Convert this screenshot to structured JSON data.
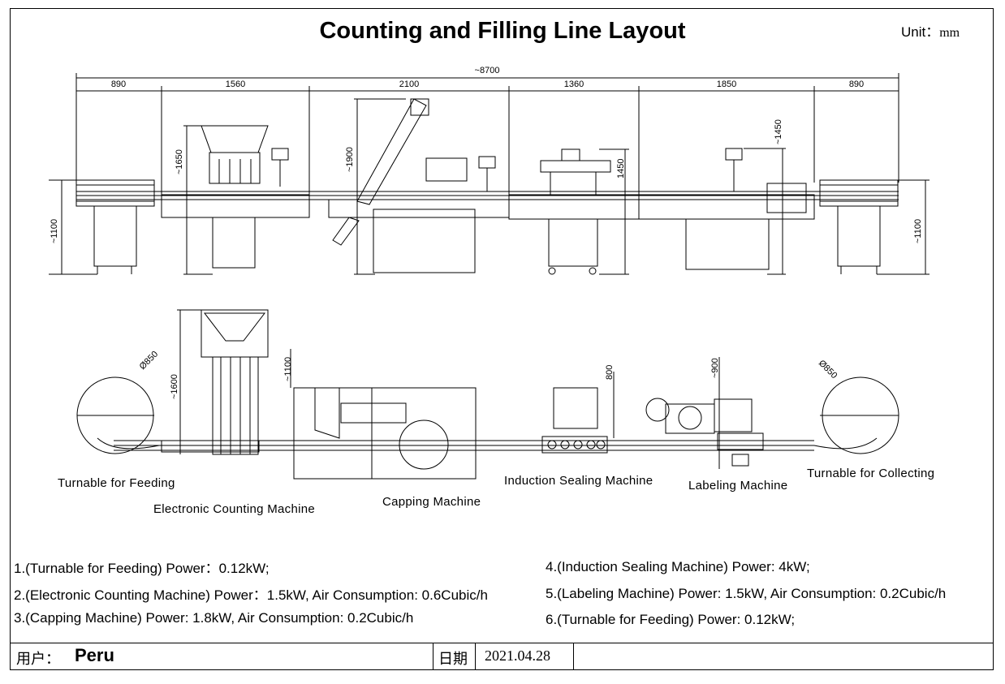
{
  "title": "Counting and Filling Line Layout",
  "unit": {
    "label": "Unit：",
    "value": "mm"
  },
  "dimensions": {
    "total": "~8700",
    "segments": [
      "890",
      "1560",
      "2100",
      "1360",
      "1850",
      "890"
    ],
    "heights": {
      "turntable_left": "~1100",
      "counting": "~1650",
      "capping": "~1900",
      "sealing": "1450",
      "labeling": "~1450",
      "turntable_right": "~1100"
    },
    "plan": {
      "turntable_left_dia": "Ø850",
      "counting": "~1600",
      "capping": "~1100",
      "sealing": "800",
      "labeling": "~900",
      "turntable_right_dia": "Ø850"
    }
  },
  "machines": [
    "Turnable for Feeding",
    "Electronic Counting Machine",
    "Capping Machine",
    "Induction Sealing Machine",
    "Labeling Machine",
    "Turnable for Collecting"
  ],
  "specs": {
    "left": [
      "1.(Turnable for Feeding) Power：0.12kW;",
      "2.(Electronic Counting Machine) Power：1.5kW, Air Consumption: 0.6Cubic/h",
      "3.(Capping Machine) Power: 1.8kW, Air Consumption: 0.2Cubic/h"
    ],
    "right": [
      "4.(Induction Sealing Machine) Power: 4kW;",
      "5.(Labeling Machine) Power: 1.5kW, Air Consumption: 0.2Cubic/h",
      "6.(Turnable for Feeding) Power: 0.12kW;"
    ]
  },
  "footer": {
    "user_label": "用户：",
    "user_value": "Peru",
    "date_label": "日期",
    "date_value": "2021.04.28"
  }
}
